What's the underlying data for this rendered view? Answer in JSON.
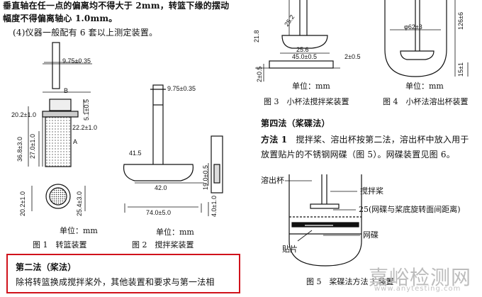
{
  "left_column": {
    "top_line1": "垂直轴在任一点的偏离均不得大于 2mm，转篮下缘的摆动",
    "top_line2": "幅度不得偏离轴心 1.0mm。",
    "item4": "(4)仪器一般配有 6 套以上测定装置。",
    "fig1": {
      "label_b": "B",
      "label_a": "A",
      "dims": {
        "top_width": "9.75±0.35",
        "d1": "20.2±1.0",
        "d2": "22.2±1.0",
        "d3": "5.1±0.5",
        "d4": "36.8±3.0",
        "d5": "27.0±1.0",
        "d6": "20.2±1.0",
        "d7": "25.4±3.0"
      },
      "unit": "单位：mm",
      "caption": "图 1　转篮装置"
    },
    "fig2": {
      "dims": {
        "top_width": "9.75±0.35",
        "radius": "41.5",
        "bottom_width": "42.0",
        "d1": "19.0±0.5",
        "overall": "74.0±5.0",
        "d2": "4.0±1.0"
      },
      "unit": "单位：mm",
      "caption": "图 2　搅拌桨装置"
    },
    "section2_title": "第二法（桨法）",
    "section2_text": "除将转篮换成搅拌桨外，其他装置和要求与第一法相"
  },
  "right_column": {
    "fig3": {
      "dims": {
        "d1": "21.8",
        "d2": "25.2",
        "d3": "25.6",
        "d4": "45.0±0.5",
        "d5": "2±0.5",
        "d6": "2±0.5"
      },
      "unit": "单位：mm",
      "caption": "图 3　小杯法搅拌桨装置"
    },
    "fig4": {
      "dims": {
        "d1": "φ62±3",
        "d2": "126±6",
        "d3": "15±1"
      },
      "unit": "单位：mm",
      "caption": "图 4　小杯法溶出杯装置"
    },
    "section4_title": "第四法（桨碟法）",
    "method1_label": "方法 1",
    "method1_line1": "　搅拌桨、溶出杯按第二法，溶出杯中放入用于",
    "method1_line2": "放置贴片的不锈钢网碟（图 5）。网碟装置见图 6。",
    "fig5": {
      "label_cup": "溶出杯",
      "label_paddle": "搅拌桨",
      "label_distance": "25(网碟与桨底旋转面间距离)",
      "label_disk": "网碟",
      "label_patch": "贴片",
      "caption": "图 5　桨碟法方法 1 装置"
    }
  },
  "watermark": {
    "main": "嘉峪检测网",
    "sub": "www.anytesting.com"
  },
  "colors": {
    "highlight_border": "#d0121b",
    "ink": "#111111",
    "watermark": "#bcbcbc"
  }
}
